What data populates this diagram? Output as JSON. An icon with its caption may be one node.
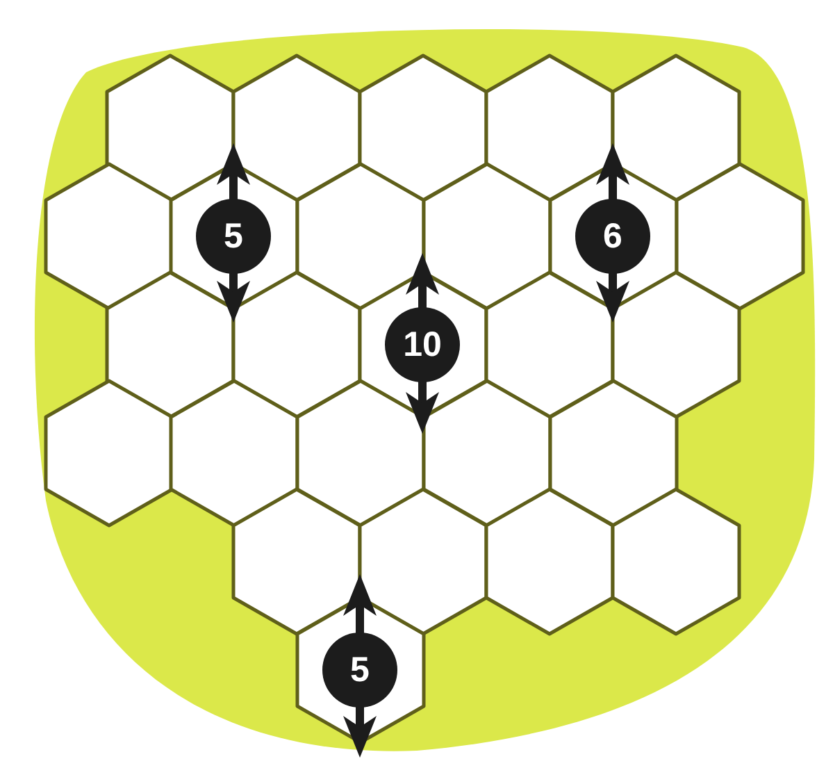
{
  "diagram": {
    "nodes": [
      {
        "text": [],
        "shape": "hexagon"
      },
      {
        "text": [],
        "shape": "hexagon"
      },
      {
        "text": [],
        "shape": "hexagon"
      },
      {
        "text": [],
        "shape": "hexagon"
      },
      {
        "text": [],
        "shape": "hexagon"
      },
      {
        "text": [],
        "shape": "hexagon"
      },
      {
        "text": [],
        "shape": "hexagon"
      },
      {
        "text": [],
        "shape": "hexagon"
      },
      {
        "text": [],
        "shape": "hexagon"
      },
      {
        "text": [],
        "shape": "hexagon"
      },
      {
        "text": [],
        "shape": "hexagon"
      },
      {
        "text": [],
        "shape": "hexagon"
      },
      {
        "text": [],
        "shape": "hexagon"
      },
      {
        "text": [],
        "shape": "hexagon"
      },
      {
        "text": [],
        "shape": "hexagon"
      },
      {
        "text": [],
        "shape": "hexagon"
      },
      {
        "text": [],
        "shape": "hexagon"
      },
      {
        "text": [],
        "shape": "hexagon"
      },
      {
        "text": [],
        "shape": "hexagon"
      },
      {
        "text": [],
        "shape": "hexagon"
      },
      {
        "text": [],
        "shape": "hexagon"
      },
      {
        "text": [],
        "shape": "hexagon"
      },
      {
        "text": [],
        "shape": "hexagon"
      },
      {
        "text": [],
        "shape": "hexagon"
      },
      {
        "text": [],
        "shape": "hexagon"
      },
      {
        "text": [],
        "shape": "hexagon"
      },
      {
        "text": [
          "5"
        ],
        "in": 6
      },
      {
        "text": [
          "6"
        ],
        "in": 9
      },
      {
        "text": [
          "10"
        ],
        "in": 13
      },
      {
        "text": [
          "5"
        ],
        "in": 25
      }
    ]
  }
}
